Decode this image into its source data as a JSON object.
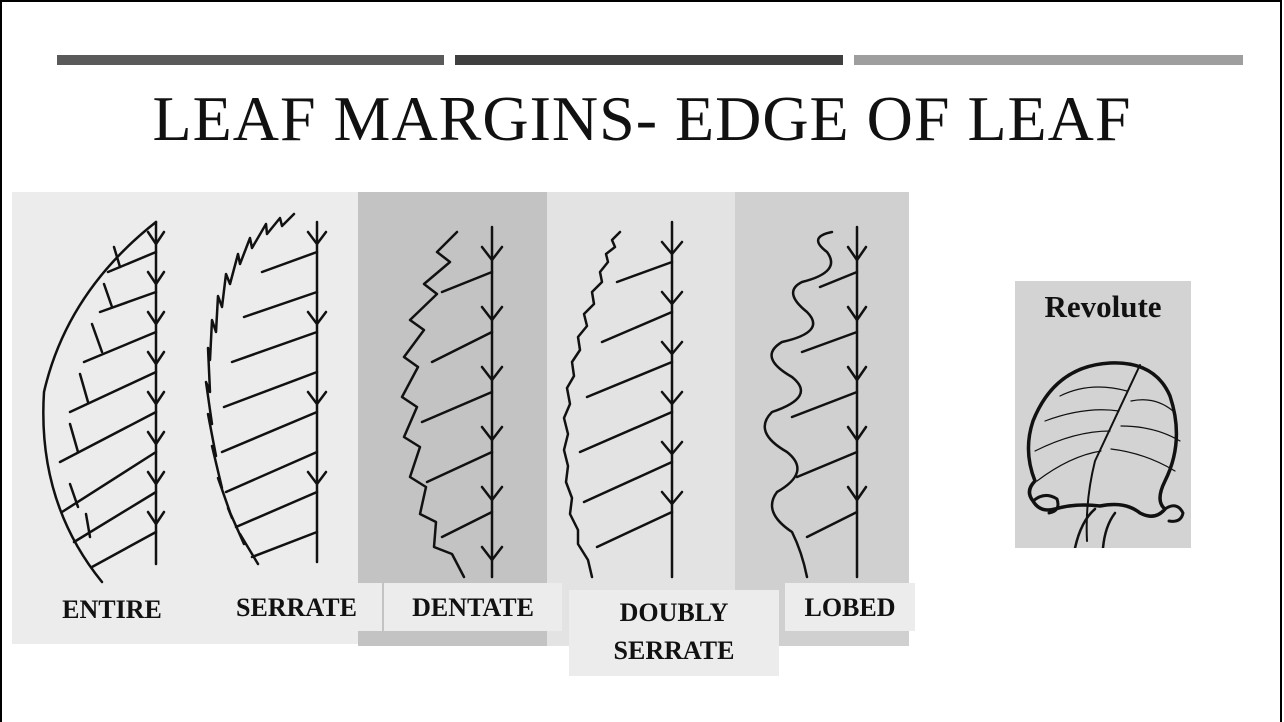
{
  "slide": {
    "title": "LEAF MARGINS- EDGE OF LEAF"
  },
  "margins": [
    {
      "label": "ENTIRE"
    },
    {
      "label": "SERRATE"
    },
    {
      "label": "DENTATE"
    },
    {
      "label_line1": "DOUBLY",
      "label_line2": "SERRATE"
    },
    {
      "label": "LOBED"
    }
  ],
  "revolute": {
    "label": "Revolute"
  }
}
